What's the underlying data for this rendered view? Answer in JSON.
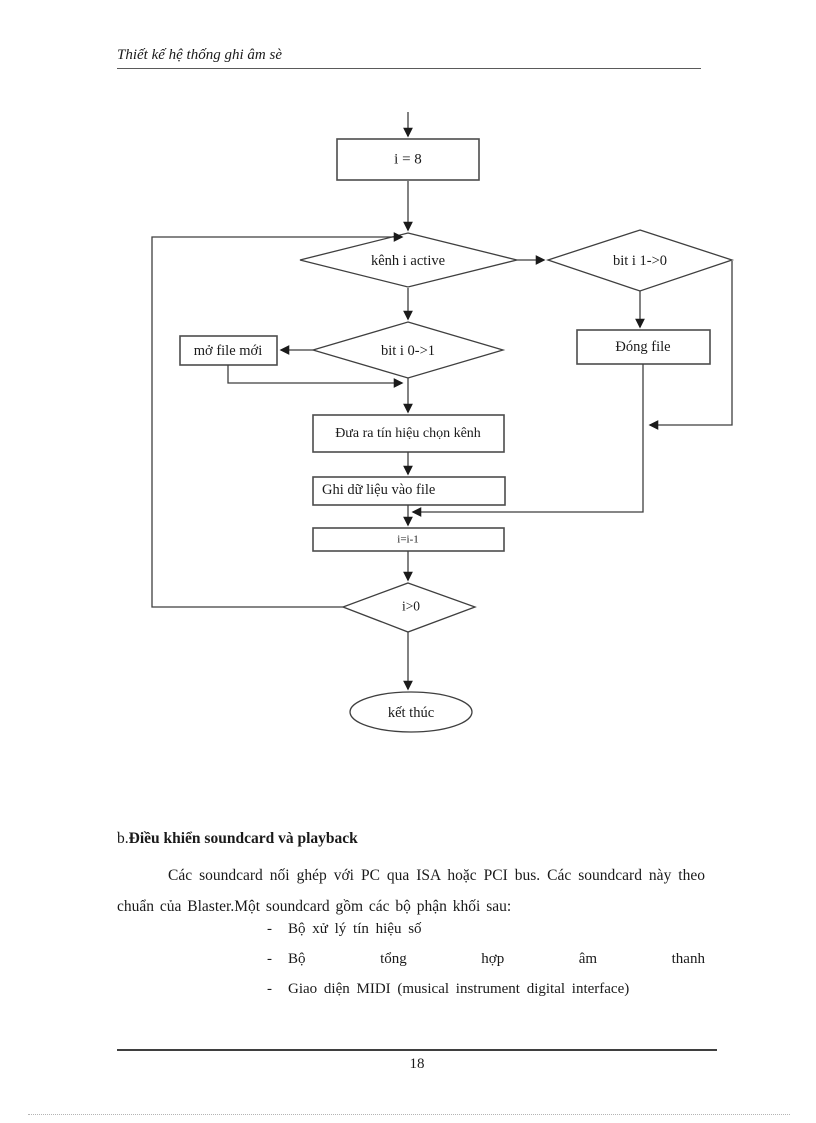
{
  "page": {
    "header_title": "Thiết kế hệ thống ghi âm sè",
    "footer_page_number": "18"
  },
  "flowchart": {
    "nodes": {
      "init": "i = 8",
      "kenh_active": "kênh i active",
      "bit_1_0": "bit i 1->0",
      "mo_file": "mở file  mới",
      "bit_0_1": "bit i 0->1",
      "dong_file": "Đóng  file",
      "dua_ra": "Đưa ra tín  hiệu  chọn  kênh",
      "ghi_du_lieu": "Ghi  dữ liệu  vào file",
      "decrement": "i=i-1",
      "i_gt_0": "i>0",
      "ket_thuc": "kết thúc"
    }
  },
  "content": {
    "heading_prefix": "b.",
    "heading_bold": "Điều khiển soundcard  và playback",
    "paragraph": "Các soundcard nối ghép với PC qua ISA hoặc PCI bus. Các soundcard này theo chuẩn của Blaster.Một soundcard gồm các bộ phận khối sau:",
    "bullets": [
      {
        "marker": "-",
        "text": "Bộ xử lý tín hiệu số"
      },
      {
        "marker": "-",
        "words": [
          "Bộ",
          "tổng",
          "hợp",
          "âm",
          "thanh"
        ]
      },
      {
        "marker": "-",
        "text": "Giao diện MIDI (musical instrument digital interface)"
      }
    ]
  },
  "colors": {
    "ink": "#1a1a1a",
    "line": "#3f3f3f",
    "box_border": "#4d4d4d"
  }
}
